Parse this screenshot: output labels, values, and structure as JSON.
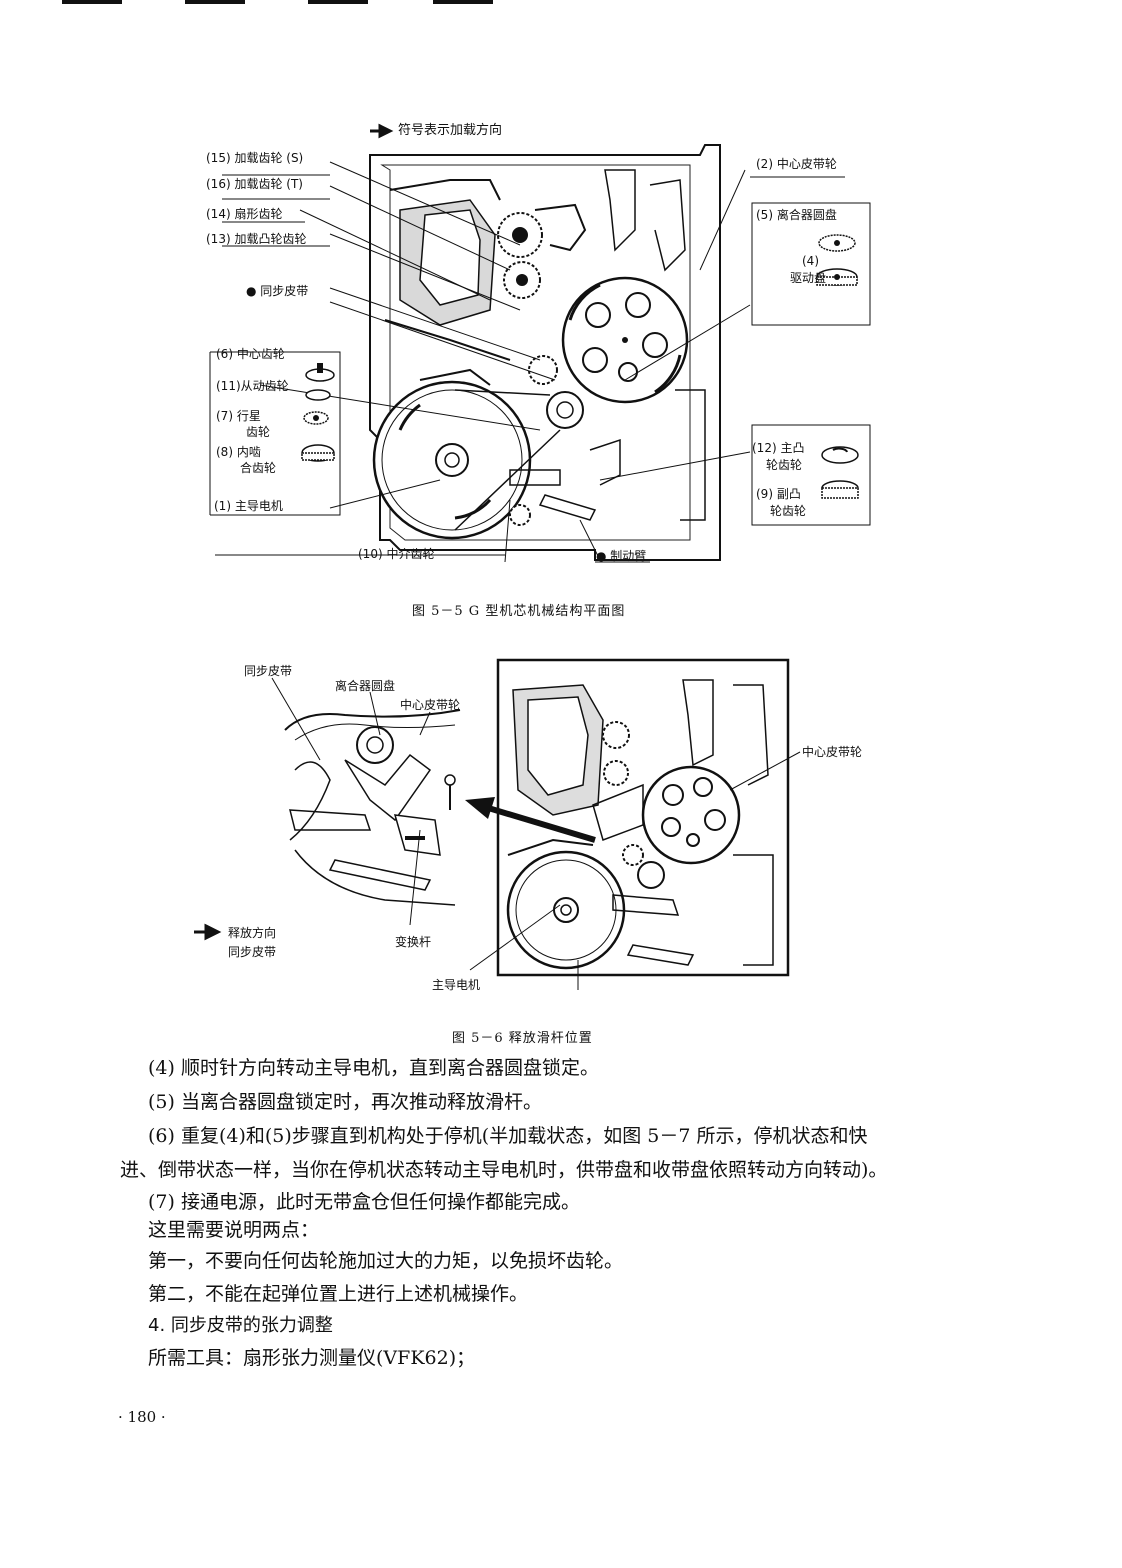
{
  "fig1": {
    "legend": "符号表示加载方向",
    "labels": {
      "l15": "(15) 加载齿轮 (S)",
      "l16": "(16) 加载齿轮 (T)",
      "l14": "(14) 扇形齿轮",
      "l13": "(13) 加载凸轮齿轮",
      "sync": "● 同步皮带",
      "l6": "(6) 中心齿轮",
      "l11": "(11)从动齿轮",
      "l7a": "(7) 行星",
      "l7b": "齿轮",
      "l8a": "(8) 内啮",
      "l8b": "合齿轮",
      "l1": "(1) 主导电机",
      "l10": "(10) 中介齿轮",
      "brake": "● 制动臂",
      "l2": "(2) 中心皮带轮",
      "l5": "(5) 离合器圆盘",
      "l4a": "(4)",
      "l4b": "驱动盘",
      "l12a": "(12) 主凸",
      "l12b": "轮齿轮",
      "l9a": "(9) 副凸",
      "l9b": "轮齿轮"
    },
    "caption": "图 5－5   G 型机芯机械结构平面图"
  },
  "fig2": {
    "labels": {
      "sync": "同步皮带",
      "clutch": "离合器圆盘",
      "pulley": "中心皮带轮",
      "pulley2": "中心皮带轮",
      "release": "释放方向",
      "sync2": "同步皮带",
      "lever": "变换杆",
      "motor": "主导电机"
    },
    "caption": "图 5－6   释放滑杆位置"
  },
  "text": {
    "p4": "(4) 顺时针方向转动主导电机，直到离合器圆盘锁定。",
    "p5": "(5) 当离合器圆盘锁定时，再次推动释放滑杆。",
    "p6a": "(6) 重复(4)和(5)步骤直到机构处于停机(半加载状态，如图 5－7 所示，停机状态和快",
    "p6b": "进、倒带状态一样，当你在停机状态转动主导电机时，供带盘和收带盘依照转动方向转动)。",
    "p7": "(7) 接通电源，此时无带盒仓但任何操作都能完成。",
    "n0": "这里需要说明两点：",
    "n1": "第一，不要向任何齿轮施加过大的力矩，以免损坏齿轮。",
    "n2": "第二，不能在起弹位置上进行上述机械操作。",
    "h4": "4. 同步皮带的张力调整",
    "tools": "所需工具：扇形张力测量仪(VFK62)；"
  },
  "page_number": "· 180 ·"
}
